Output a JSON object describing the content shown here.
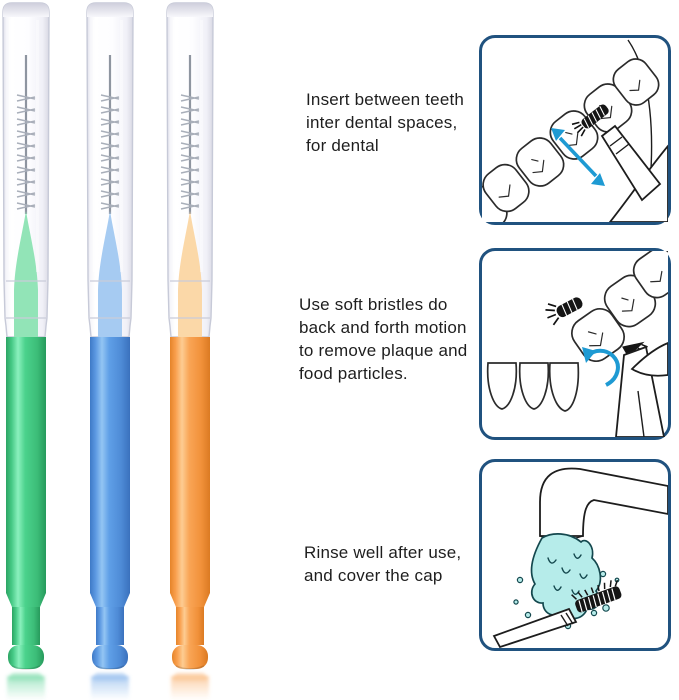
{
  "product": {
    "description": "three interdental brushes with clear caps",
    "brushes": [
      {
        "id": "green",
        "label": "green interdental brush",
        "handle_color": "#43cd86",
        "neck_color": "#92e4b7"
      },
      {
        "id": "blue",
        "label": "blue interdental brush",
        "handle_color": "#5c9be4",
        "neck_color": "#a6cbf2"
      },
      {
        "id": "orange",
        "label": "orange interdental brush",
        "handle_color": "#f89d49",
        "neck_color": "#fbd8a8"
      }
    ],
    "cap_color": "#f4f4f9",
    "wire_color": "#8e95a0"
  },
  "instructions": {
    "panel_border_color": "#20527f",
    "arrow_color": "#1e9ad3",
    "water_color": "#b6ecea",
    "water_outline_color": "#14484e",
    "steps": [
      {
        "illustration": "insert-brush-between-teeth",
        "lines": [
          "Insert between teeth",
          "inter dental spaces,",
          "for dental"
        ]
      },
      {
        "illustration": "back-and-forth-brushing-motion",
        "lines": [
          "Use soft bristles do",
          "back and forth motion",
          "to remove plaque and",
          "food particles."
        ]
      },
      {
        "illustration": "rinse-brush-under-running-water",
        "lines": [
          "Rinse well after use,",
          "and cover the cap"
        ]
      }
    ]
  }
}
